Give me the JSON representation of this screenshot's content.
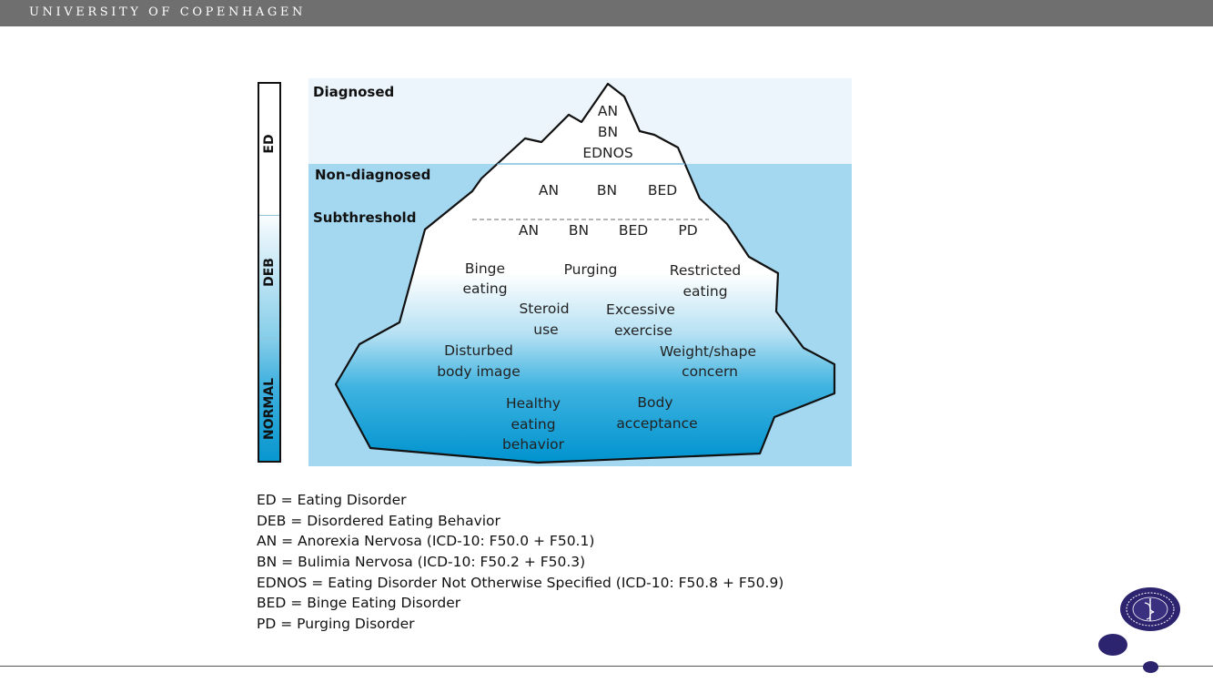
{
  "header": {
    "title": "UNIVERSITY OF COPENHAGEN"
  },
  "sidebar": {
    "labels": [
      "ED",
      "DEB",
      "NORMAL"
    ]
  },
  "diagram": {
    "tiers": [
      "Diagnosed",
      "Non-diagnosed",
      "Subthreshold"
    ],
    "diagnosed_items": [
      "AN",
      "BN",
      "EDNOS"
    ],
    "nondiagnosed_items": [
      "AN",
      "BN",
      "BED"
    ],
    "subthreshold_items": [
      "AN",
      "BN",
      "BED",
      "PD"
    ],
    "behaviors": [
      [
        "Binge",
        "eating"
      ],
      [
        "Purging"
      ],
      [
        "Restricted",
        "eating"
      ],
      [
        "Steroid",
        "use"
      ],
      [
        "Excessive",
        "exercise"
      ],
      [
        "Disturbed",
        "body image"
      ],
      [
        "Weight/shape",
        "concern"
      ],
      [
        "Healthy",
        "eating",
        "behavior"
      ],
      [
        "Body",
        "acceptance"
      ]
    ]
  },
  "legend": [
    "ED = Eating Disorder",
    "DEB = Disordered Eating Behavior",
    "AN = Anorexia Nervosa (ICD-10: F50.0 + F50.1)",
    "BN = Bulimia Nervosa (ICD-10: F50.2 + F50.3)",
    "EDNOS = Eating Disorder Not Otherwise Specified (ICD-10: F50.8 + F50.9)",
    "BED = Binge Eating Disorder",
    "PD = Purging Disorder"
  ],
  "colors": {
    "header_bg": "#6f6f6f",
    "sky": "#ecf5fb",
    "water": "#a4d7f0",
    "deep": "#0096d0",
    "seal": "#2d2470"
  },
  "seal": {
    "icon": "university-seal-icon"
  }
}
